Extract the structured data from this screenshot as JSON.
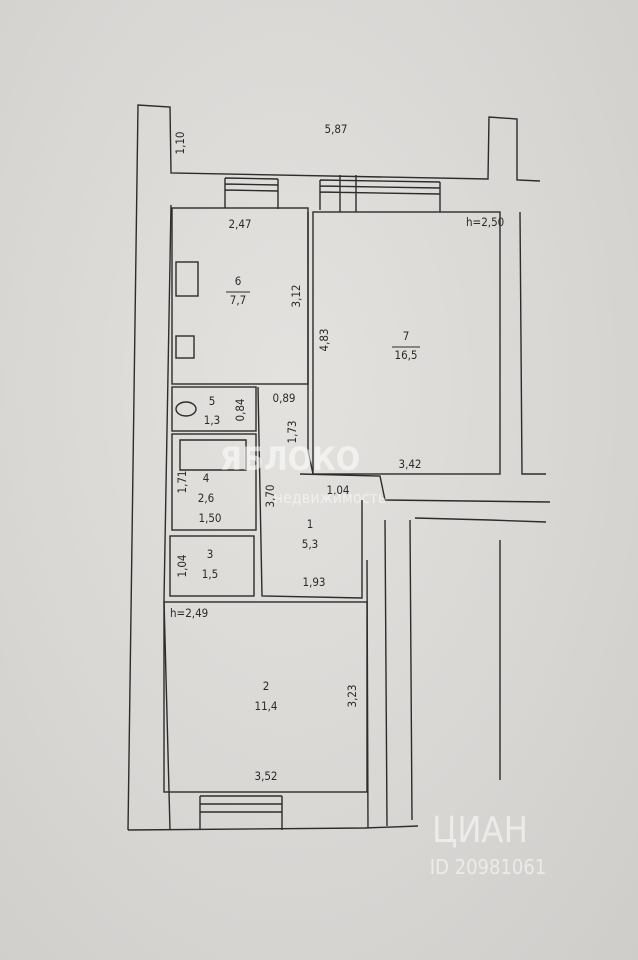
{
  "rooms": [
    {
      "number": "1",
      "area": "5,3"
    },
    {
      "number": "2",
      "area": "11,4"
    },
    {
      "number": "3",
      "area": "1,5"
    },
    {
      "number": "4",
      "area": "2,6"
    },
    {
      "number": "5",
      "area": "1,3"
    },
    {
      "number": "6",
      "area": "7,7"
    },
    {
      "number": "7",
      "area": "16,5"
    }
  ],
  "dimensions": {
    "balcony_width": "5,87",
    "balcony_depth": "1,10",
    "kitchen_width": "2,47",
    "kitchen_length": "3,12",
    "living_length": "4,83",
    "living_width": "3,42",
    "toilet_width": "0,84",
    "corridor_width": "0,89",
    "corridor_length": "1,73",
    "bath_length": "1,71",
    "bath_width": "1,50",
    "hall_length": "3,70",
    "door_width": "1,04",
    "pantry_length": "1,04",
    "hall_width": "1,93",
    "bedroom_length": "3,23",
    "bedroom_width": "3,52"
  },
  "ceiling_heights": {
    "living": "h=2,50",
    "bedroom": "h=2,49"
  },
  "watermarks": {
    "agency_name": "ЯБЛОКО",
    "agency_tagline": "недвижимость",
    "portal_name": "ЦИАН",
    "listing_id": "ID 20981061"
  }
}
